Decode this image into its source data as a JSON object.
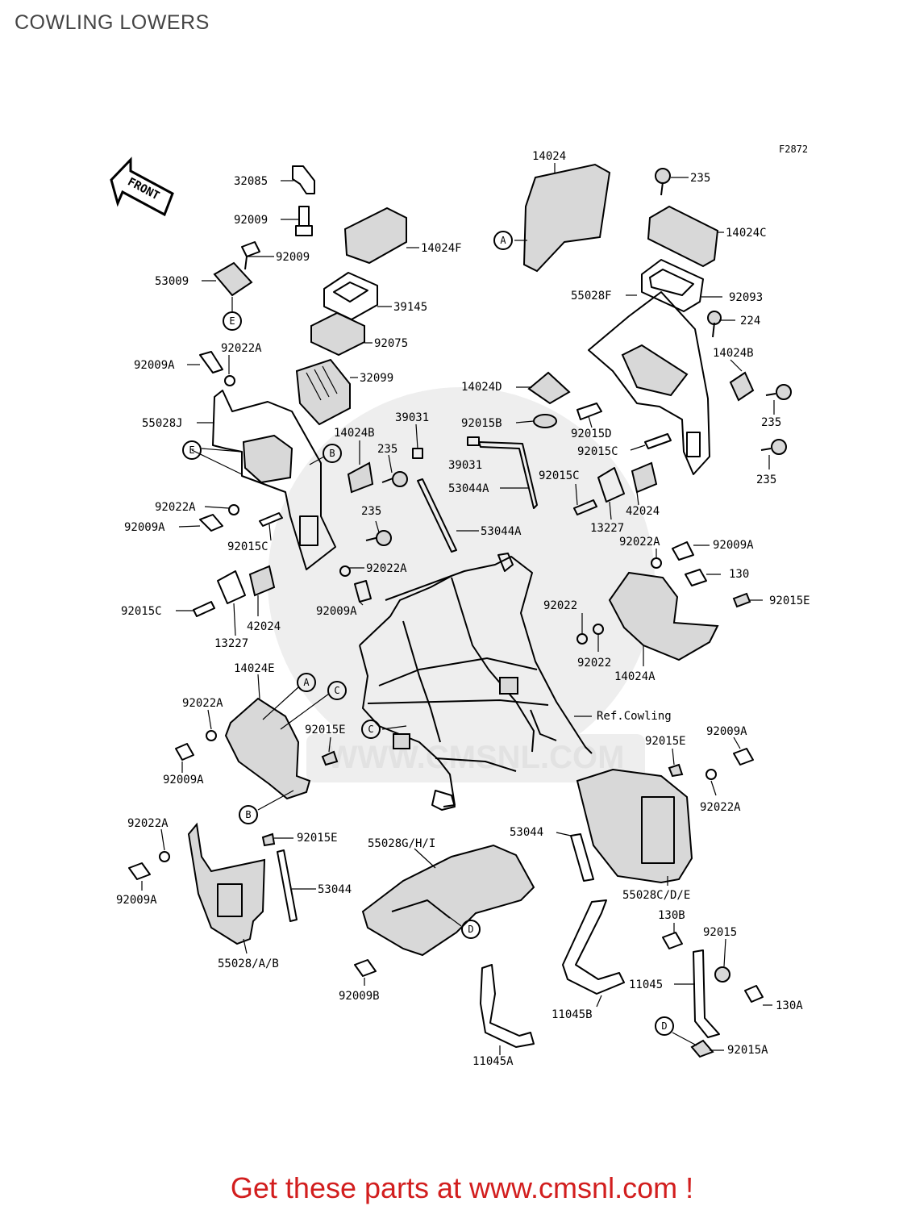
{
  "page": {
    "title": "COWLING LOWERS",
    "figure_code": "F2872"
  },
  "watermark": {
    "text": "WWW.CMSNL.COM"
  },
  "front_arrow": {
    "text": "FRONT"
  },
  "footer": {
    "text": "Get these parts at www.cmsnl.com !"
  },
  "colors": {
    "footer": "#d21e1e",
    "title": "#444444"
  },
  "callouts": [
    "A",
    "B",
    "C",
    "D",
    "E"
  ],
  "part_labels": [
    "32085",
    "92009",
    "92009",
    "53009",
    "14024F",
    "39145",
    "92075",
    "32099",
    "92009A",
    "92022A",
    "55028J",
    "14024B",
    "235",
    "39031",
    "39031",
    "53044A",
    "53044A",
    "92022A",
    "92009A",
    "92015C",
    "235",
    "92022A",
    "92009A",
    "92015C",
    "42024",
    "13227",
    "14024",
    "235",
    "14024C",
    "55028F",
    "92093",
    "224",
    "14024B",
    "14024D",
    "92015B",
    "92015D",
    "92015C",
    "235",
    "235",
    "92015C",
    "42024",
    "13227",
    "92022A",
    "92009A",
    "130",
    "92015E",
    "92022",
    "92022",
    "14024A",
    "14024E",
    "92022A",
    "92015E",
    "92009A",
    "Ref.Cowling",
    "92015E",
    "92009A",
    "92022A",
    "92022A",
    "92015E",
    "92009A",
    "53044",
    "55028/A/B",
    "55028G/H/I",
    "92009B",
    "53044",
    "55028C/D/E",
    "130B",
    "92015",
    "11045",
    "130A",
    "92015A",
    "11045B",
    "11045A"
  ]
}
